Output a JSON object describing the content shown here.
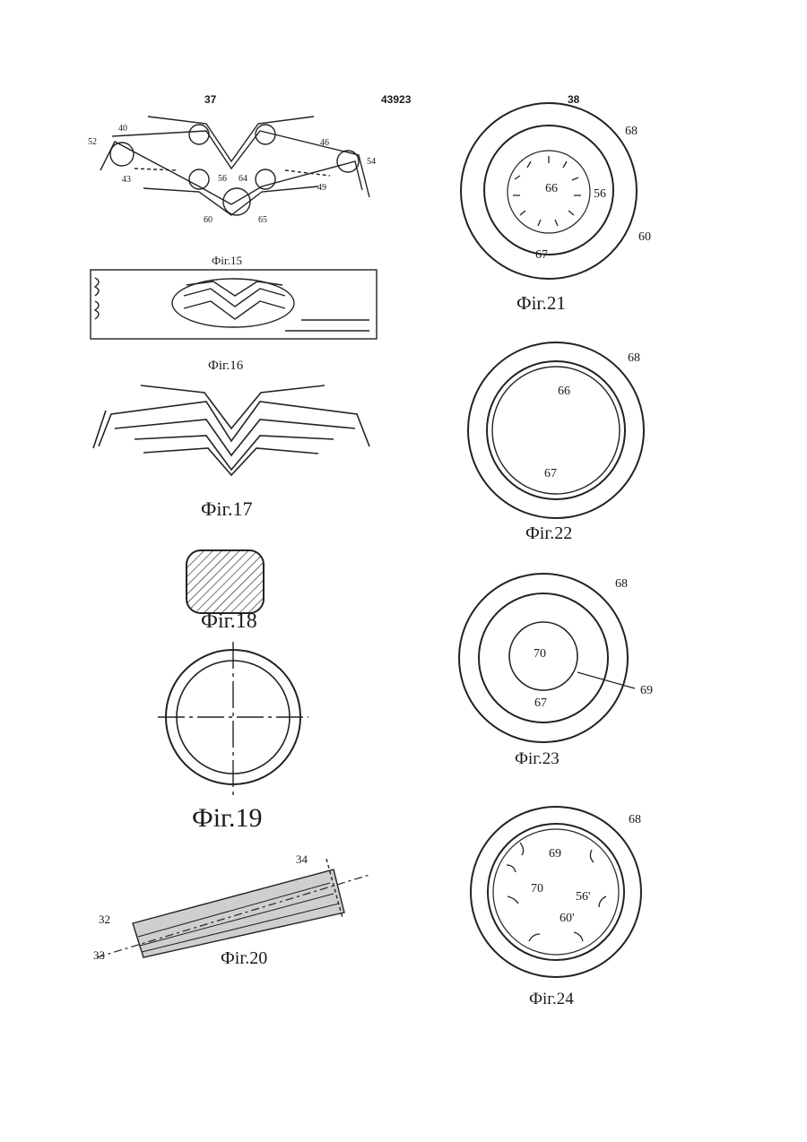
{
  "header": {
    "page_left": "37",
    "doc_number": "43923",
    "page_right": "38"
  },
  "figures": {
    "fig15": {
      "caption": "Фіг.15",
      "labels": [
        "40",
        "52",
        "43",
        "56",
        "64",
        "46",
        "54",
        "49",
        "60",
        "65"
      ]
    },
    "fig16": {
      "caption": "Фіг.16"
    },
    "fig17": {
      "caption": "Фіг.17"
    },
    "fig18": {
      "caption": "Фіг.18"
    },
    "fig19": {
      "caption": "Фіг.19"
    },
    "fig20": {
      "caption": "Фіг.20",
      "labels": [
        "34",
        "32",
        "33"
      ]
    },
    "fig21": {
      "caption": "Фіг.21",
      "labels": [
        "68",
        "66",
        "56",
        "60",
        "67"
      ]
    },
    "fig22": {
      "caption": "Фіг.22",
      "labels": [
        "68",
        "66",
        "67"
      ]
    },
    "fig23": {
      "caption": "Фіг.23",
      "labels": [
        "68",
        "70",
        "69",
        "67"
      ]
    },
    "fig24": {
      "caption": "Фіг.24",
      "labels": [
        "68",
        "69",
        "70",
        "56'",
        "60'"
      ]
    }
  }
}
